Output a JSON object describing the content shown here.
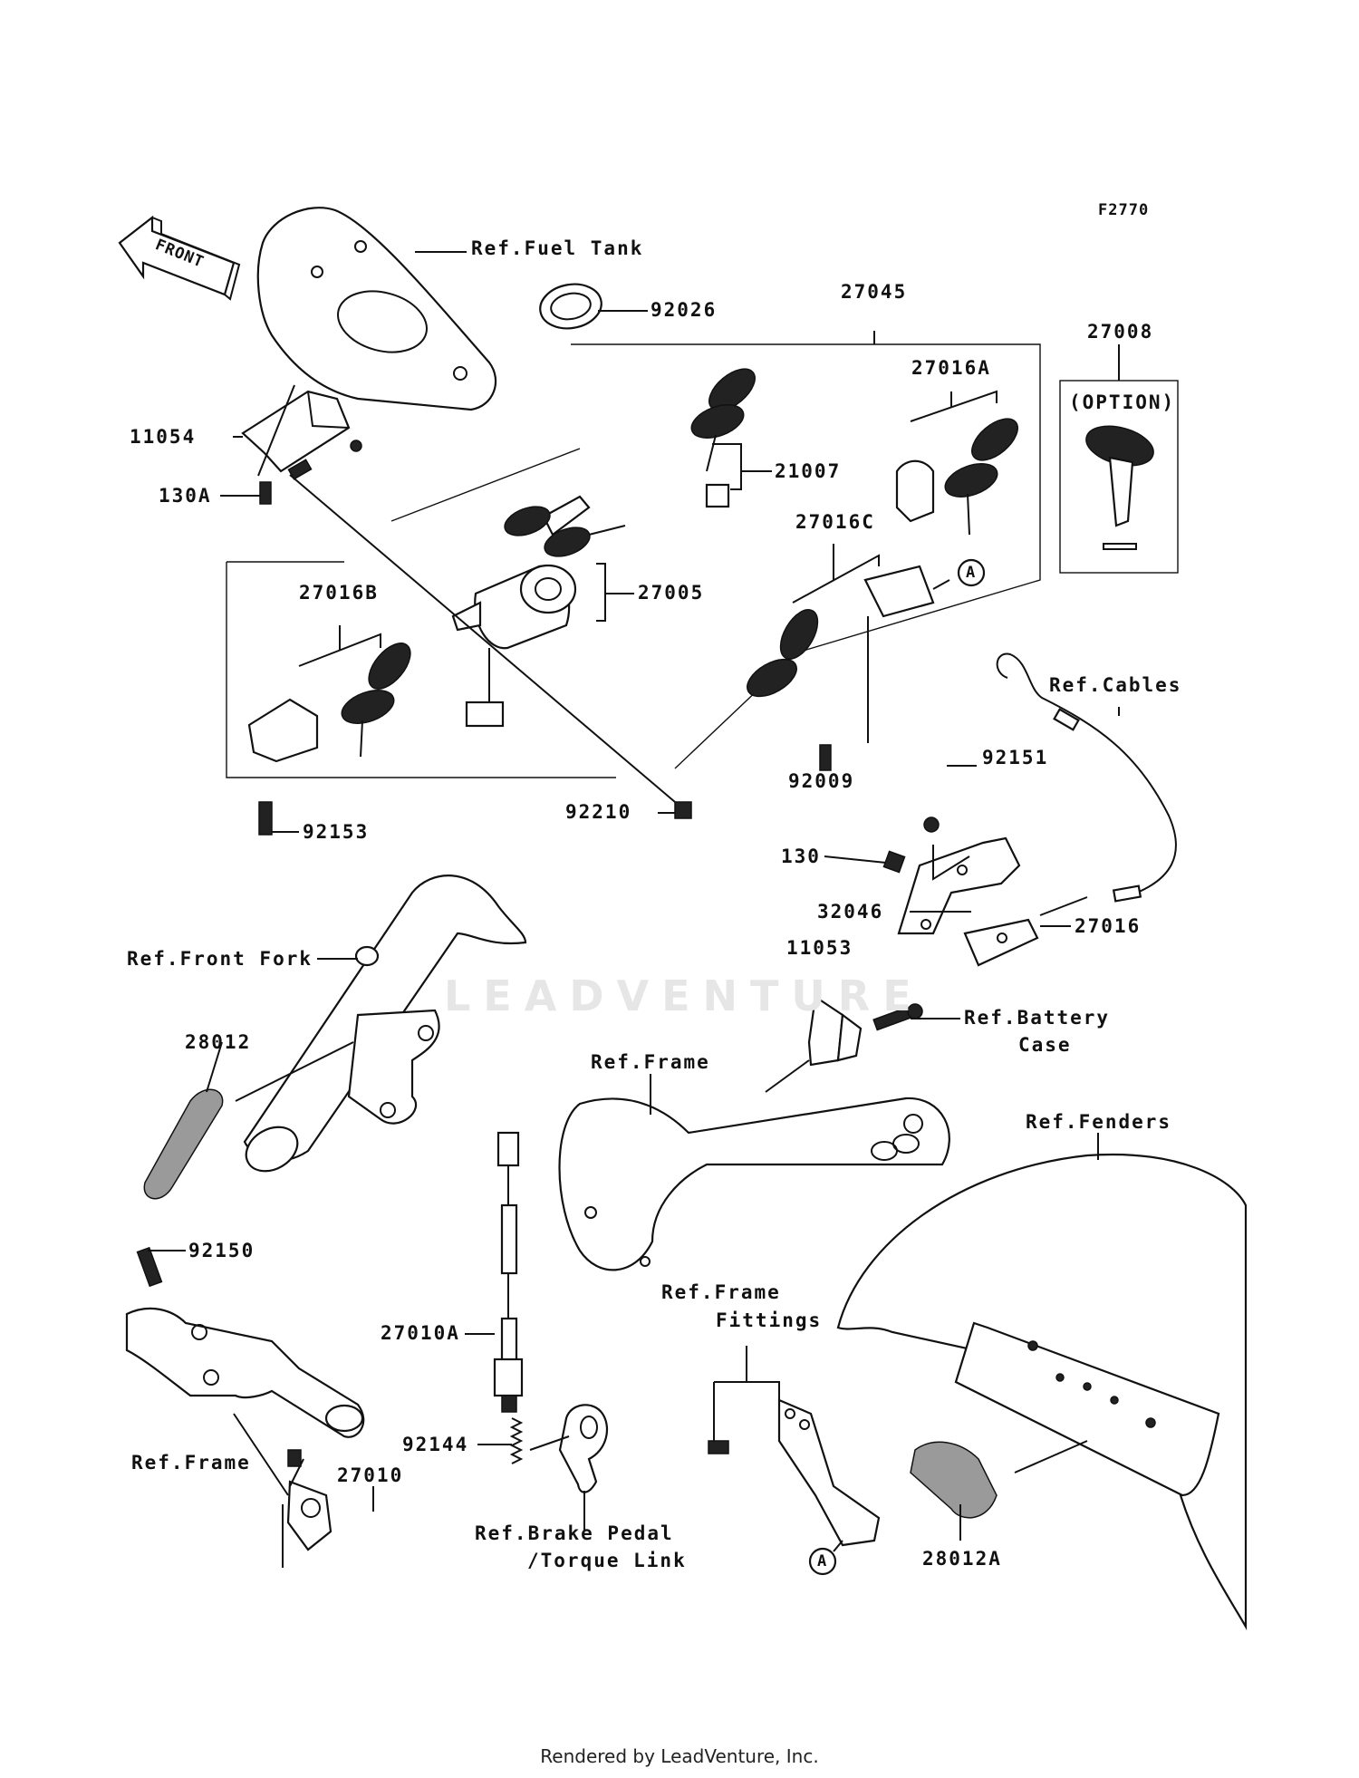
{
  "diagram_code": "F2770",
  "direction_label": "FRONT",
  "option_box": {
    "title": "(OPTION)",
    "part": "27008"
  },
  "watermark": "LEADVENTURE",
  "footer": "Rendered by LeadVenture, Inc.",
  "labels": {
    "ref_fuel_tank": "Ref.Fuel Tank",
    "p92026": "92026",
    "p27045": "27045",
    "p27016A": "27016A",
    "p21007": "21007",
    "p11054": "11054",
    "p130A": "130A",
    "p27016C": "27016C",
    "callout_a_top": "A",
    "p27016B": "27016B",
    "p27005": "27005",
    "ref_cables": "Ref.Cables",
    "p92009": "92009",
    "p92151": "92151",
    "p92153": "92153",
    "p92210": "92210",
    "p130": "130",
    "p32046": "32046",
    "p27016": "27016",
    "ref_front_fork": "Ref.Front Fork",
    "p11053": "11053",
    "p28012": "28012",
    "ref_battery_case_1": "Ref.Battery",
    "ref_battery_case_2": "Case",
    "ref_frame_mid": "Ref.Frame",
    "ref_fenders": "Ref.Fenders",
    "p92150": "92150",
    "ref_frame_fittings_1": "Ref.Frame",
    "ref_frame_fittings_2": "Fittings",
    "p27010A": "27010A",
    "p92144": "92144",
    "ref_frame_left": "Ref.Frame",
    "p27010": "27010",
    "ref_brake_pedal_1": "Ref.Brake Pedal",
    "ref_brake_pedal_2": "/Torque Link",
    "callout_a_bottom": "A",
    "p28012A": "28012A"
  }
}
